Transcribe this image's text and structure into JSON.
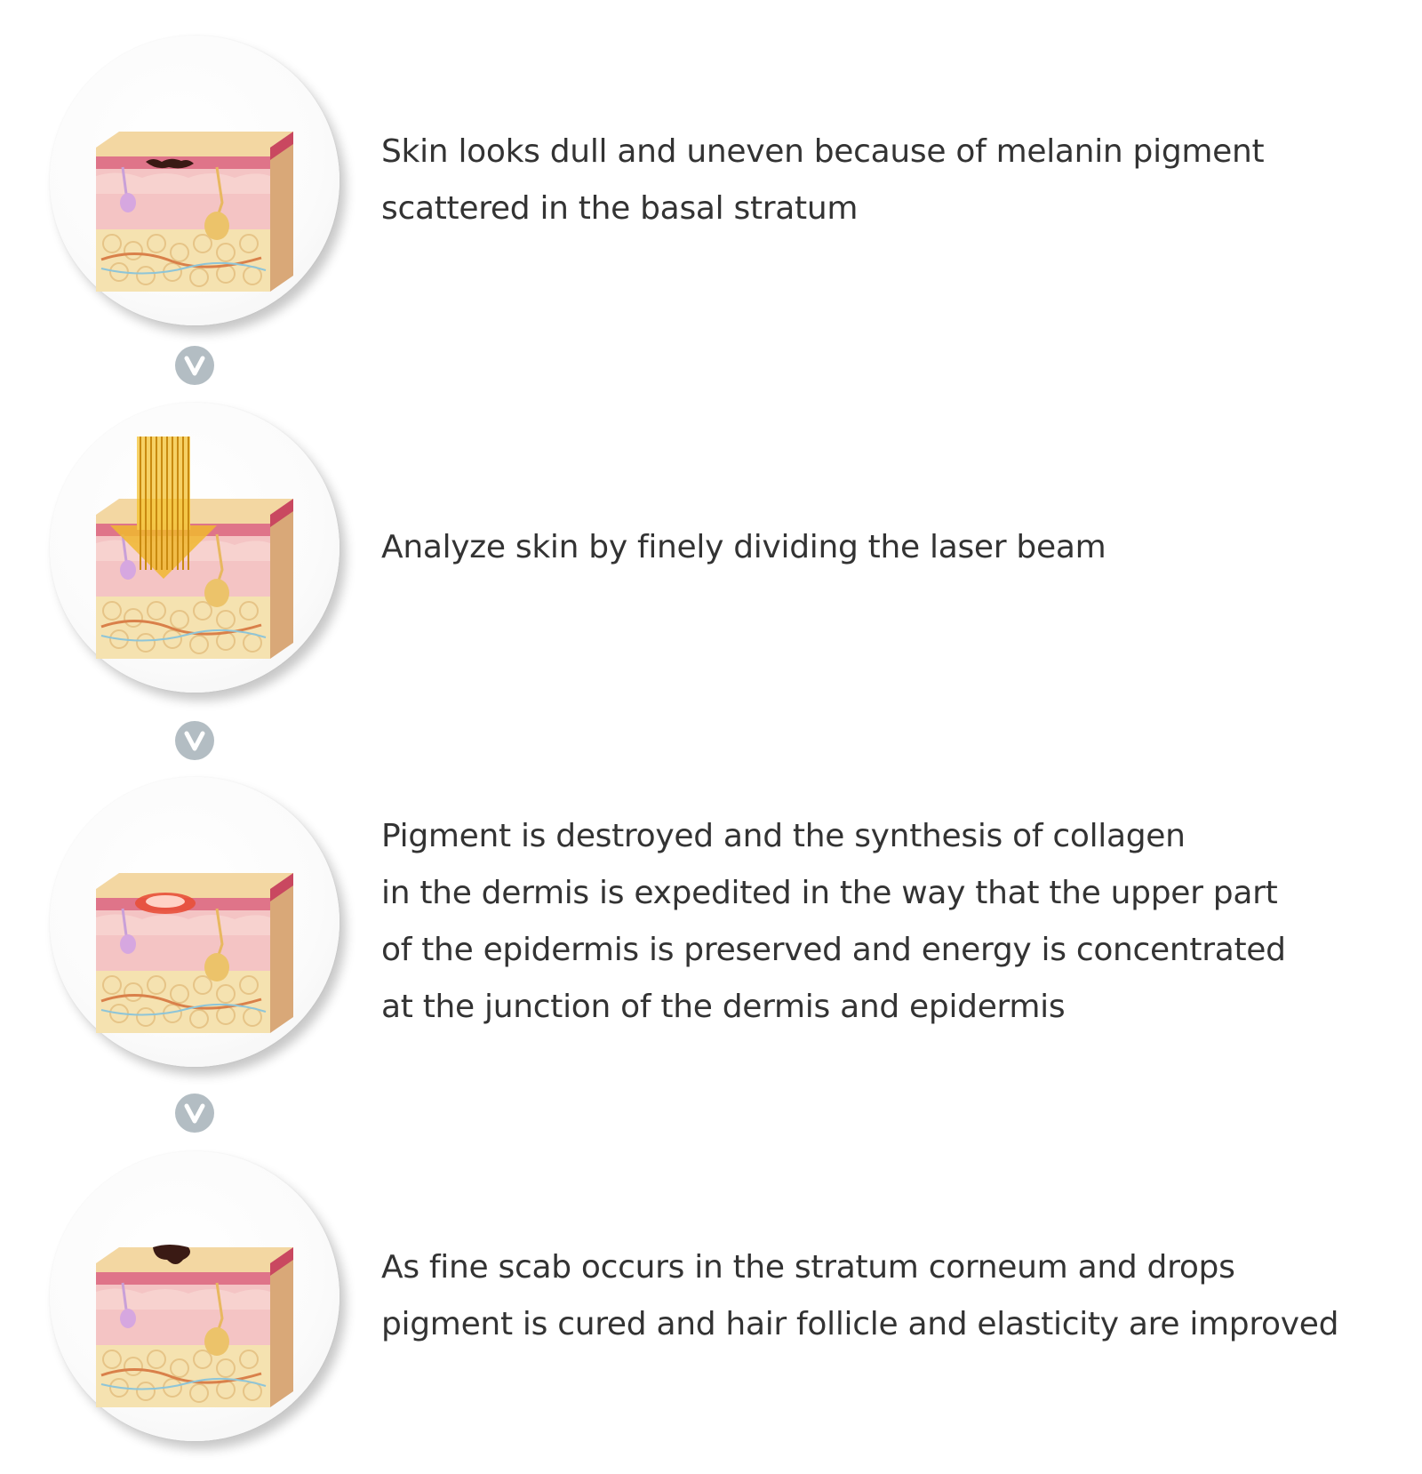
{
  "colors": {
    "text": "#333333",
    "arrow": "#b3bdc3",
    "circle_shadow": "#d0d0d0",
    "epidermis": "#d9607a",
    "dermis": "#f4c4c4",
    "fat": "#f5e2b0",
    "laser": "#f0b830",
    "melanin": "#3a1a14",
    "damage": "#e8503a"
  },
  "steps": [
    {
      "illustration": "skin-melanin-icon",
      "lines": [
        "Skin looks dull and uneven because of melanin pigment",
        "scattered in the basal stratum"
      ]
    },
    {
      "illustration": "skin-laser-icon",
      "lines": [
        "Analyze skin by finely dividing the laser beam"
      ]
    },
    {
      "illustration": "skin-treatment-icon",
      "lines": [
        "Pigment is destroyed and the synthesis of collagen",
        "in the dermis is expedited in the way that the upper part",
        "of the epidermis is preserved and energy is concentrated",
        "at the junction of the dermis and epidermis"
      ]
    },
    {
      "illustration": "skin-scab-icon",
      "lines": [
        "As fine scab occurs in the stratum corneum and drops",
        "pigment is cured and hair follicle and elasticity are improved"
      ]
    }
  ],
  "arrows": [
    "chevron-down-icon",
    "chevron-down-icon",
    "chevron-down-icon"
  ]
}
